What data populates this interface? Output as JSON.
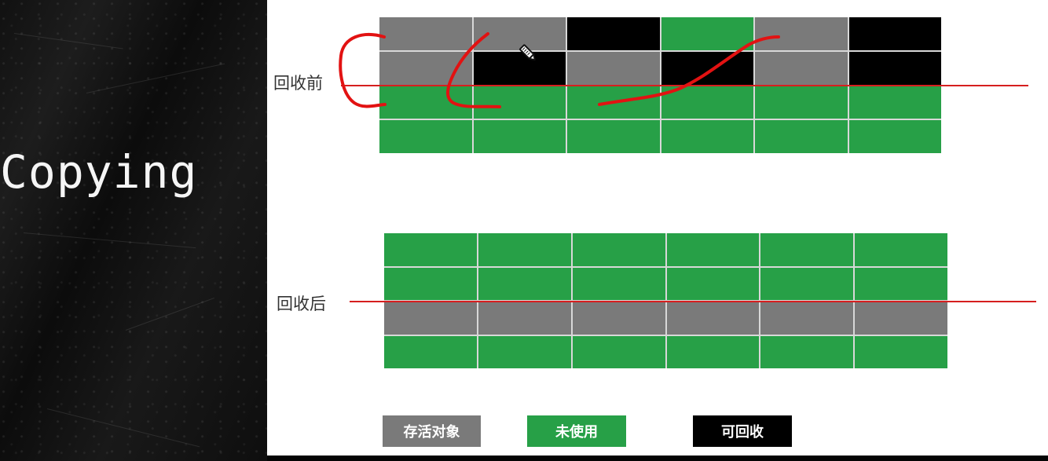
{
  "title": "Copying",
  "diagram": {
    "before_label": "回收前",
    "after_label": "回收后",
    "before_rows": [
      [
        "alive",
        "alive",
        "reclaim",
        "free",
        "alive",
        "reclaim"
      ],
      [
        "alive",
        "reclaim",
        "alive",
        "reclaim",
        "alive",
        "reclaim"
      ],
      [
        "free",
        "free",
        "free",
        "free",
        "free",
        "free"
      ],
      [
        "free",
        "free",
        "free",
        "free",
        "free",
        "free"
      ]
    ],
    "after_rows": [
      [
        "free",
        "free",
        "free",
        "free",
        "free",
        "free"
      ],
      [
        "free",
        "free",
        "free",
        "free",
        "free",
        "free"
      ],
      [
        "alive",
        "alive",
        "alive",
        "alive",
        "alive",
        "alive"
      ],
      [
        "free",
        "free",
        "free",
        "free",
        "free",
        "free"
      ]
    ]
  },
  "legend": {
    "alive": "存活对象",
    "free": "未使用",
    "reclaim": "可回收"
  },
  "colors": {
    "alive": "#7a7a7a",
    "free": "#27a047",
    "reclaim": "#000000",
    "divider": "#d61f1f",
    "slide": "#ffffff",
    "chalkboard": "#111111"
  },
  "icons": {
    "cursor": "pencil-cursor-icon"
  }
}
